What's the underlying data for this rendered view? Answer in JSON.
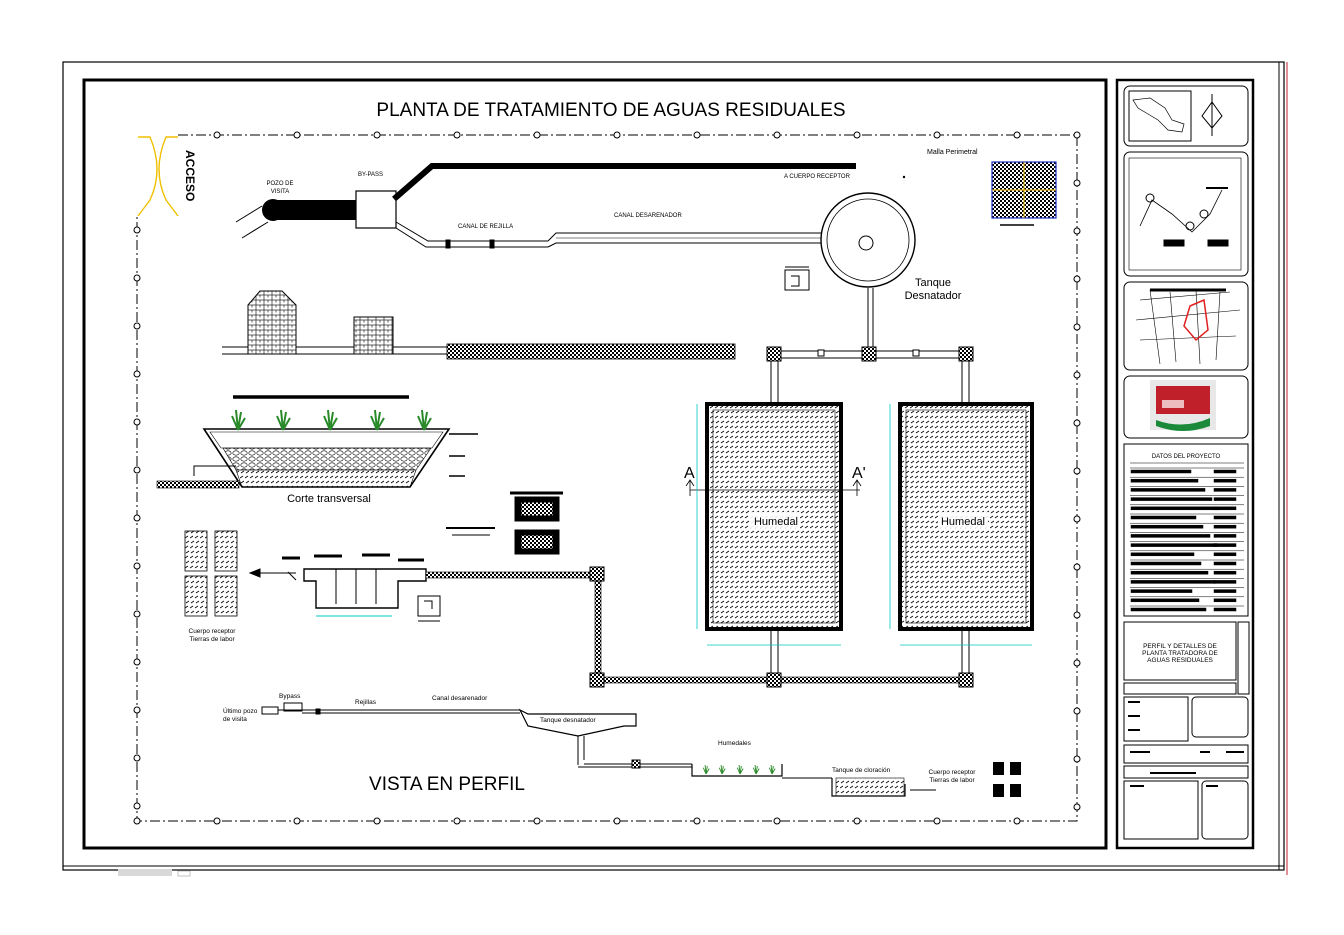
{
  "drawing": {
    "main_title": "PLANTA DE TRATAMIENTO DE AGUAS RESIDUALES",
    "profile_title": "VISTA EN PERFIL",
    "acceso": "ACCESO",
    "malla_perimetral": "Malla Perimetral",
    "pozo_de_visita": "POZO DE\nVISITA",
    "by_pass": "BY-PASS",
    "canal_de_rejilla": "CANAL DE REJILLA",
    "canal_desarenador": "CANAL DESARENADOR",
    "a_cuerpo_receptor": "A CUERPO RECEPTOR",
    "tanque_desnatador": "Tanque\nDesnatador",
    "corte_transversal": "Corte transversal",
    "humedal_left": "Humedal",
    "humedal_right": "Humedal",
    "section_a": "A",
    "section_a_prime": "A'",
    "cuerpo_receptor_left": "Cuerpo receptor\nTierras de labor",
    "profile": {
      "ultimo_pozo": "Último pozo\nde visita",
      "bypass": "Bypass",
      "rejillas": "Rejillas",
      "canal_desarenador": "Canal desarenador",
      "tanque_desnatador": "Tanque desnatador",
      "humedales": "Humedales",
      "tanque_cloracion": "Tanque de cloración",
      "cuerpo_receptor": "Cuerpo receptor\nTierras de labor"
    }
  },
  "title_block": {
    "datos_header": "DATOS DEL PROYECTO",
    "plan_title": "PERFIL Y DETALLES DE\nPLANTA TRATADORA DE\nAGUAS RESIDUALES"
  },
  "colors": {
    "line": "#000000",
    "dimension": "#00c8c8",
    "access_gate": "#f0c000",
    "logo_red": "#c0202a",
    "logo_green": "#1a8a3a",
    "map_red": "#e02020"
  }
}
